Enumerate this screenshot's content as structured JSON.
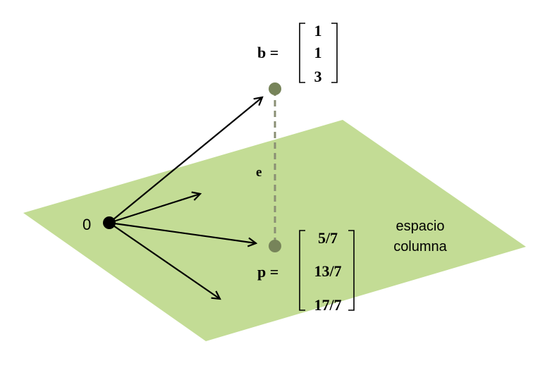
{
  "colors": {
    "plane": "#c3dc95",
    "point": "#77845a",
    "dashed_line": "#8a8f74",
    "origin": "#000000",
    "arrows": "#000000"
  },
  "labels": {
    "b_label": "b =",
    "p_label": "p =",
    "e_label": "e",
    "origin_label": "0",
    "plane_label_line1": "espacio",
    "plane_label_line2": "columna"
  },
  "vector_b": [
    "1",
    "1",
    "3"
  ],
  "vector_p": [
    "5/7",
    "13/7",
    "17/7"
  ]
}
